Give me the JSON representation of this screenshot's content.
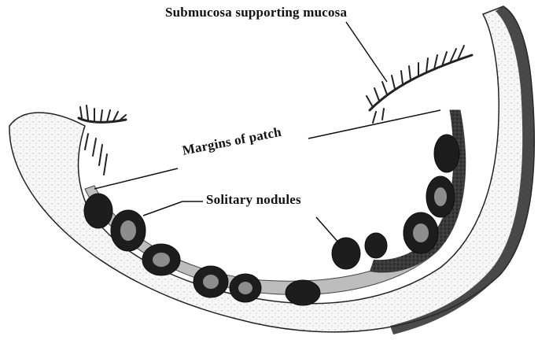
{
  "figure": {
    "labels": {
      "submucosa": "Submucosa supporting mucosa",
      "margins": "Margins of patch",
      "nodules": "Solitary nodules"
    }
  },
  "colors": {
    "ink": "#111111",
    "tissue_light": "#f4f4f4",
    "tissue_mid": "#cfcfcf",
    "tissue_dark": "#1e1e1e",
    "background": "#ffffff"
  }
}
